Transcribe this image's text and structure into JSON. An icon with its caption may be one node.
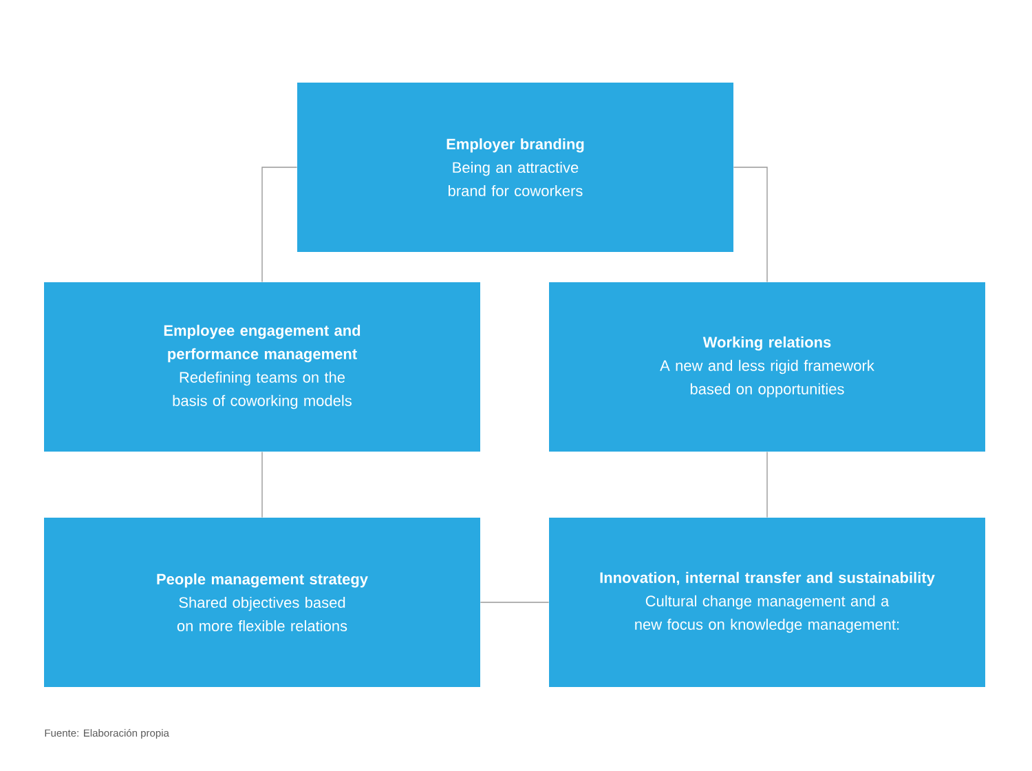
{
  "diagram": {
    "caption": "Fuente: Elaboración propia",
    "nodes": [
      {
        "text": [
          "Employer branding",
          "Being an attractive brand for coworkers"
        ]
      },
      {
        "text": [
          "Employee engagement and performance management",
          "Redefining teams on the basis of coworking models"
        ]
      },
      {
        "text": [
          "Working relations",
          "A new and less rigid framework based on opportunities"
        ]
      },
      {
        "text": [
          "People management strategy",
          "Shared objectives based on more flexible relations"
        ]
      },
      {
        "text": [
          "Innovation, internal transfer and sustainability",
          "Cultural change management and a new focus on knowledge management:"
        ]
      }
    ],
    "edges": [
      {
        "from": 0,
        "to": 1,
        "arrow": "none"
      },
      {
        "from": 0,
        "to": 2,
        "arrow": "none"
      },
      {
        "from": 1,
        "to": 3,
        "arrow": "none"
      },
      {
        "from": 2,
        "to": 4,
        "arrow": "none"
      },
      {
        "from": 3,
        "to": 4,
        "arrow": "none"
      }
    ]
  }
}
